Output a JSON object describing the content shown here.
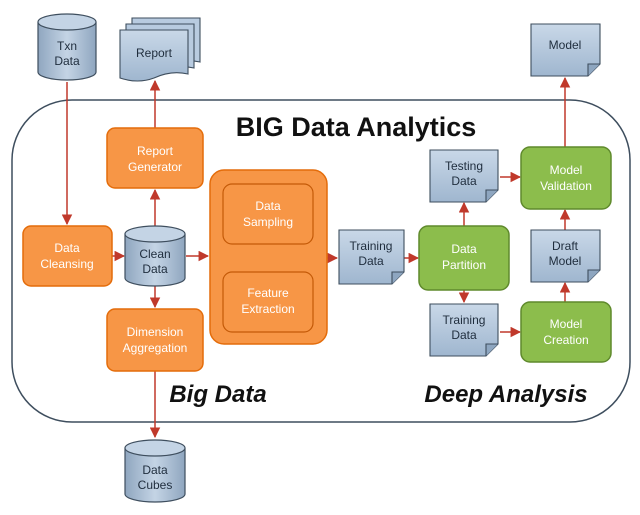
{
  "title": "BIG Data Analytics",
  "sections": {
    "big_data": "Big Data",
    "deep_analysis": "Deep Analysis"
  },
  "nodes": {
    "txn_data": [
      "Txn",
      "Data"
    ],
    "report": [
      "Report"
    ],
    "report_generator": [
      "Report",
      "Generator"
    ],
    "data_cleansing": [
      "Data",
      "Cleansing"
    ],
    "clean_data": [
      "Clean",
      "Data"
    ],
    "dimension_aggregation": [
      "Dimension",
      "Aggregation"
    ],
    "data_cubes": [
      "Data",
      "Cubes"
    ],
    "data_sampling": [
      "Data",
      "Sampling"
    ],
    "feature_extraction": [
      "Feature",
      "Extraction"
    ],
    "training_data_1": [
      "Training",
      "Data"
    ],
    "data_partition": [
      "Data",
      "Partition"
    ],
    "testing_data": [
      "Testing",
      "Data"
    ],
    "training_data_2": [
      "Training",
      "Data"
    ],
    "model_validation": [
      "Model",
      "Validation"
    ],
    "draft_model": [
      "Draft",
      "Model"
    ],
    "model_creation": [
      "Model",
      "Creation"
    ],
    "model": [
      "Model"
    ]
  },
  "colors": {
    "orange": "#f79646",
    "orange_border": "#e46c0a",
    "green": "#8cbd4c",
    "green_border": "#5f8a2c",
    "doc": "#a9bfd6",
    "cylinder": "#a9bfd6",
    "arrow": "#c0392b",
    "frame": "#3e4e5e"
  }
}
